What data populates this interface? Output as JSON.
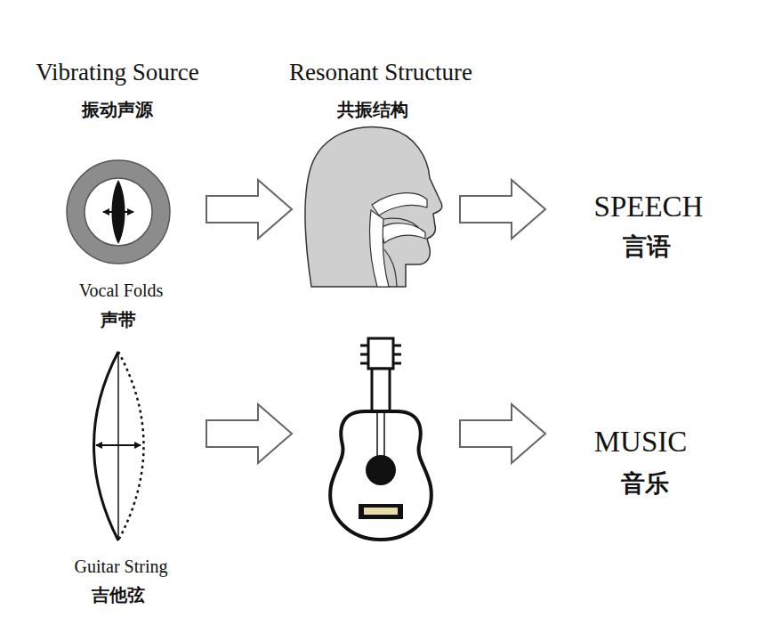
{
  "diagram": {
    "labels": [
      "Vibrating Source",
      "振动声源",
      "Resonant Structure",
      "共振结构",
      "Vocal Folds",
      "声带",
      "SPEECH",
      "言语",
      "Guitar String",
      "吉他弦",
      "MUSIC",
      "音乐"
    ]
  }
}
